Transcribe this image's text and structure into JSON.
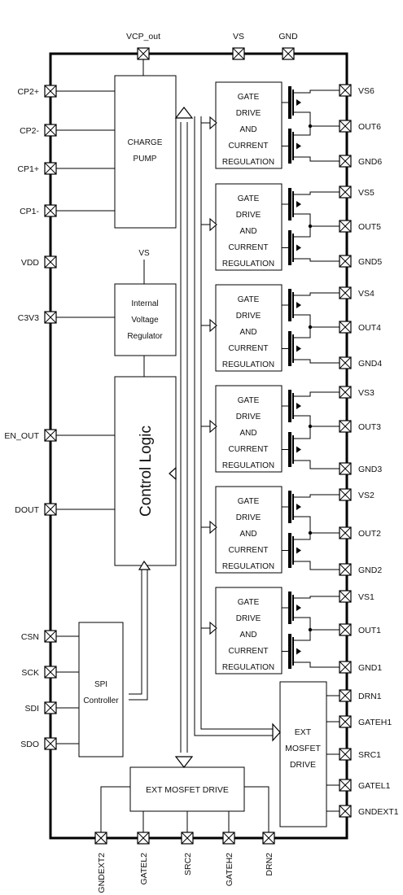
{
  "top_pins": [
    "VCP_out",
    "VS",
    "GND"
  ],
  "left_pins": [
    "CP2+",
    "CP2-",
    "CP1+",
    "CP1-",
    "VDD",
    "C3V3",
    "EN_OUT",
    "DOUT",
    "CSN",
    "SCK",
    "SDI",
    "SDO"
  ],
  "right_pins": [
    "VS6",
    "OUT6",
    "GND6",
    "VS5",
    "OUT5",
    "GND5",
    "VS4",
    "OUT4",
    "GND4",
    "VS3",
    "OUT3",
    "GND3",
    "VS2",
    "OUT2",
    "GND2",
    "VS1",
    "OUT1",
    "GND1",
    "DRN1",
    "GATEH1",
    "SRC1",
    "GATEL1",
    "GNDEXT1"
  ],
  "bottom_pins": [
    "GNDEXT2",
    "GATEL2",
    "SRC2",
    "GATEH2",
    "DRN2"
  ],
  "blocks": {
    "charge_pump": [
      "CHARGE",
      "PUMP"
    ],
    "regulator_supply": "VS",
    "regulator": [
      "Internal",
      "Voltage",
      "Regulator"
    ],
    "control_logic": "Control Logic",
    "spi": [
      "SPI",
      "Controller"
    ],
    "ext_mosfet_bottom": "EXT MOSFET DRIVE",
    "ext_mosfet_right": [
      "EXT",
      "MOSFET",
      "DRIVE"
    ],
    "gate_drive": [
      "GATE",
      "DRIVE",
      "AND",
      "CURRENT",
      "REGULATION"
    ]
  }
}
